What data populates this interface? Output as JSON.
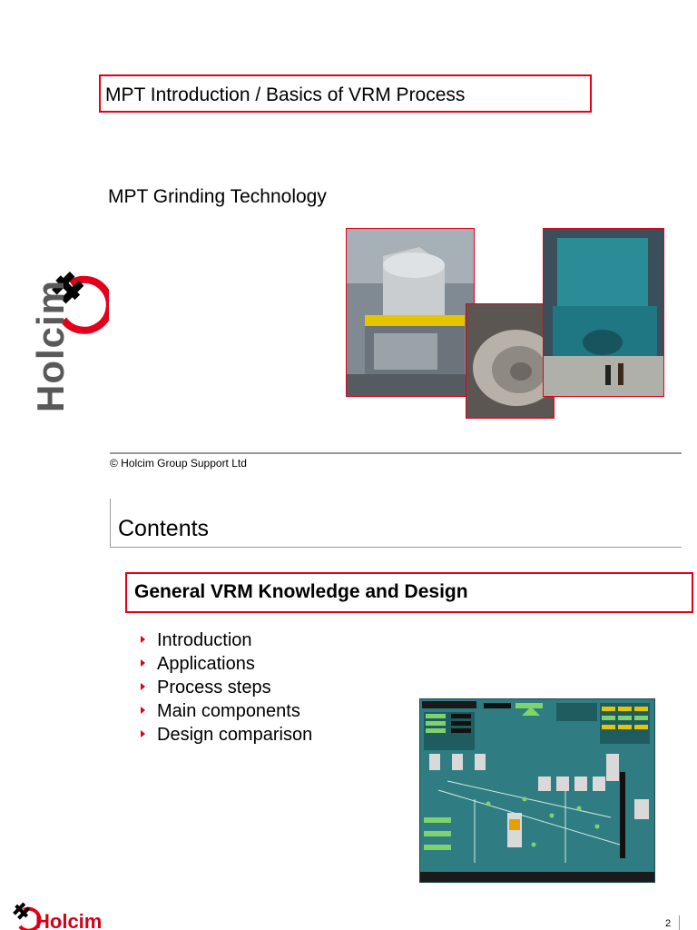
{
  "slide1": {
    "title": "MPT Introduction / Basics of VRM Process",
    "subtitle": "MPT Grinding Technology",
    "logo_text": "Holcim",
    "copyright": "© Holcim Group Support Ltd"
  },
  "slide2": {
    "heading": "Contents",
    "section_title": "General VRM Knowledge and Design",
    "bullets": [
      "Introduction",
      "Applications",
      "Process steps",
      "Main components",
      "Design comparison"
    ],
    "logo_text": "Holcim",
    "page_number": "2"
  },
  "colors": {
    "accent_red": "#e2001a",
    "rule_gray": "#9a9a9a",
    "logo_gray": "#595959"
  },
  "icons": [
    "holcim-logo-icon",
    "bullet-triangle-icon"
  ]
}
